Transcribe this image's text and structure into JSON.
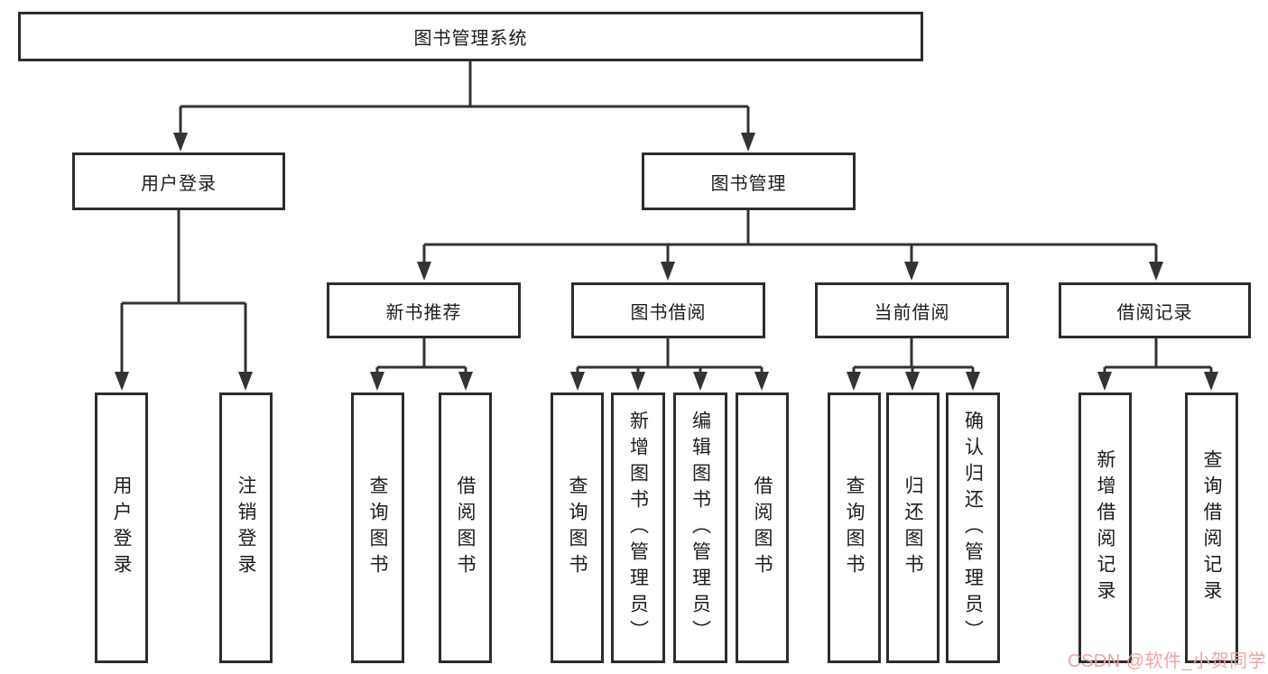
{
  "colors": {
    "line": "#333333",
    "box-border": "#2d2d2d",
    "box-bg": "#ffffff",
    "text": "#1c1c1c",
    "watermark": "#efa4a4"
  },
  "nodes": {
    "root": "图书管理系统",
    "user_login": "用户登录",
    "book_mgmt": "图书管理",
    "leaf_user_login": "用户登录",
    "leaf_logout": "注销登录",
    "new_book": "新书推荐",
    "book_borrow": "图书借阅",
    "current_borrow": "当前借阅",
    "borrow_record": "借阅记录",
    "nb_query": "查询图书",
    "nb_borrow": "借阅图书",
    "bb_query": "查询图书",
    "bb_add": "新增图书（管理员）",
    "bb_edit": "编辑图书（管理员）",
    "bb_borrow": "借阅图书",
    "cb_query": "查询图书",
    "cb_return": "归还图书",
    "cb_confirm": "确认归还（管理员）",
    "br_add": "新增借阅记录",
    "br_query": "查询借阅记录"
  },
  "watermark": {
    "text": "CSDN @软件_小贺同学"
  }
}
